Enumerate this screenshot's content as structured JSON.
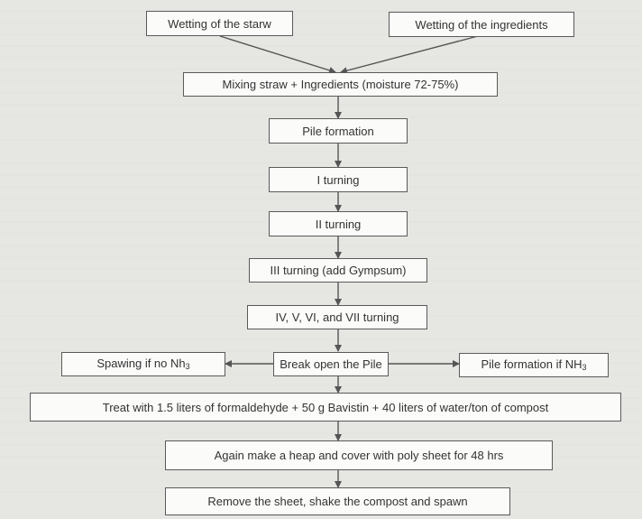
{
  "flowchart": {
    "wetting_straw": "Wetting of the starw",
    "wetting_ingredients": "Wetting of the ingredients",
    "mixing": "Mixing straw + Ingredients (moisture 72-75%)",
    "pile_formation": "Pile formation",
    "turning_1": "I turning",
    "turning_2": "II turning",
    "turning_3": "III turning (add Gympsum)",
    "turning_4_7": "IV, V, VI, and VII turning",
    "break_open": "Break open the Pile",
    "spawing_prefix": "Spawing if no Nh",
    "spawing_sub": "3",
    "pile_nh3_prefix": "Pile formation if NH",
    "pile_nh3_sub": "3",
    "treat": "Treat with 1.5 liters of formaldehyde + 50 g Bavistin + 40 liters of water/ton of compost",
    "heap": "Again make a heap and cover with poly sheet for 48 hrs",
    "remove": "Remove the sheet, shake the compost and spawn"
  }
}
